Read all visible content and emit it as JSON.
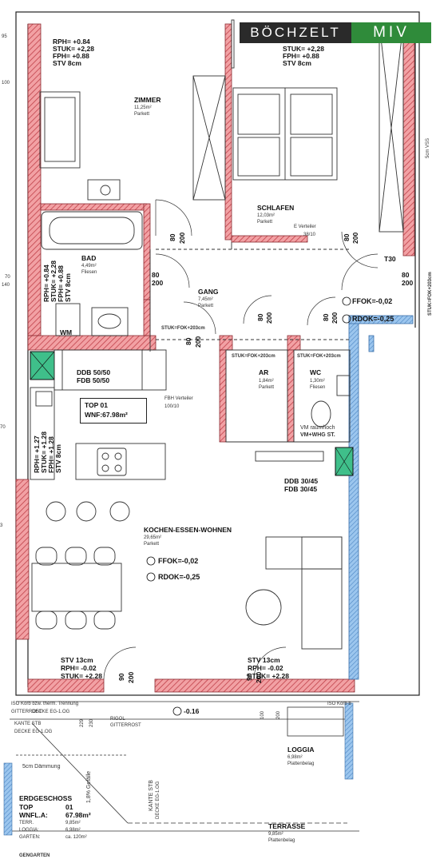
{
  "logo": {
    "brand": "BÖCHZELT",
    "sub": "MIV"
  },
  "rooms": {
    "zimmer": {
      "name": "ZIMMER",
      "area": "11,25m²",
      "floor": "Parkett",
      "rph": "RPH= +0.84",
      "stuk": "STUK= +2,28",
      "fph": "FPH= +0.88",
      "stv": "STV 8cm"
    },
    "schlafen": {
      "name": "SCHLAFEN",
      "area": "12,03m²",
      "floor": "Parkett",
      "rph": "",
      "stuk": "STUK= +2,28",
      "fph": "FPH= +0.88",
      "stv": "STV 8cm"
    },
    "bad": {
      "name": "BAD",
      "area": "4,49m²",
      "floor": "Fliesen",
      "rph": "RPH= +0.84",
      "stuk": "STUK= +2,28",
      "fph": "FPH= +0.88",
      "stv": "STV 8cm"
    },
    "gang": {
      "name": "GANG",
      "area": "7,45m²",
      "floor": "Parkett"
    },
    "ar": {
      "name": "AR",
      "area": "1,84m²",
      "floor": "Parkett"
    },
    "wc": {
      "name": "WC",
      "area": "1,30m²",
      "floor": "Fliesen"
    },
    "kochen": {
      "name": "KOCHEN-ESSEN-WOHNEN",
      "area": "29,65m²",
      "floor": "Parkett",
      "ffok": "FFOK=-0,02",
      "rdok": "RDOK=-0,25"
    },
    "loggia": {
      "name": "LOGGIA",
      "area": "6,98m²",
      "floor": "Plattenbelag"
    },
    "terrasse": {
      "name": "TERRASSE",
      "area": "9,85m²",
      "floor": "Plattenbelag"
    }
  },
  "labels": {
    "top01": "TOP 01",
    "wnf": "WNF:67.98m²",
    "ffok": "FFOK=-0,02",
    "rdok": "RDOK=-0,25",
    "stuk_fok_1": "STUK=FOK+203cm",
    "stuk_fok_2": "STUK=FOK+203cm",
    "stuk_fok_3": "STUK=FOK+203cm",
    "ddb5050": "DDB 50/50",
    "fdb5050": "FDB 50/50",
    "ddb3045": "DDB 30/45",
    "fdb3045": "FDB 30/45",
    "fbh_verteiler": "FBH Verteiler",
    "fbh_size": "100/10",
    "e_verteiler": "E Verteiler",
    "e_size": "38/10",
    "t30": "T30",
    "wm": "WM",
    "vm_raumhoch": "VM raumhoch",
    "vm_whg": "VM+WHG ST.",
    "kitchen_rph": "RPH= +1.27",
    "kitchen_stuk": "STUK= +1.28",
    "kitchen_fph": "FPH= +1.28",
    "kitchen_stv": "STV 8cm",
    "stv13_left": "STV 13cm",
    "rph_left": "RPH= -0.02",
    "stuk_left": "STUK= +2.28",
    "stv13_right": "STV 13cm",
    "rph_right": "RPH= -0.02",
    "stuk_right": "STUK= +2.28",
    "iso_korb": "ISO Korb bzw. therm. Trennung",
    "iso_korb_right": "ISO Korb b",
    "gitterrost": "GITTERROST",
    "decke": "DECKE EG-1.OG",
    "rigol": "RIGOL",
    "rigol_gitterrost": "GITTERROST",
    "kante_stb": "KANTE STB",
    "decke_small": "DECKE EG-1.OG",
    "minus016": "-0.16",
    "daemmung": "5cm Dämmung",
    "gefaelle": "1,8% Gefälle",
    "kante_stb_v": "KANTE STB",
    "decke_v": "DECKE EG-1.OG",
    "vss": "5cm VSS",
    "stuk_right_edge": "STUK=FOK+203cm",
    "d80": "80",
    "d200": "200",
    "d90": "90",
    "d100": "100",
    "d229": "229",
    "d230": "230",
    "left_95": "95",
    "left_100": "100",
    "left_70": "70",
    "left_140": "140",
    "left_70b": "70",
    "left_3": "3"
  },
  "legend": {
    "title": "ERDGESCHOSS",
    "top_label": "TOP",
    "top_value": "01",
    "wnfl_label": "WNFL.A:",
    "wnfl_value": "67.98m²",
    "terr_label": "TERR.",
    "terr_value": "9,85m²",
    "loggia_label": "LOGGIA:",
    "loggia_value": "6,98m²",
    "garten_label": "GARTEN:",
    "garten_value": "ca. 120m²",
    "footer": "GENGARTEN"
  },
  "colors": {
    "wall": "#e0636b",
    "hatch": "#b8333b",
    "window": "#6aa0d8",
    "green": "#3fbf8a",
    "brand_green": "#2f8b3a"
  }
}
